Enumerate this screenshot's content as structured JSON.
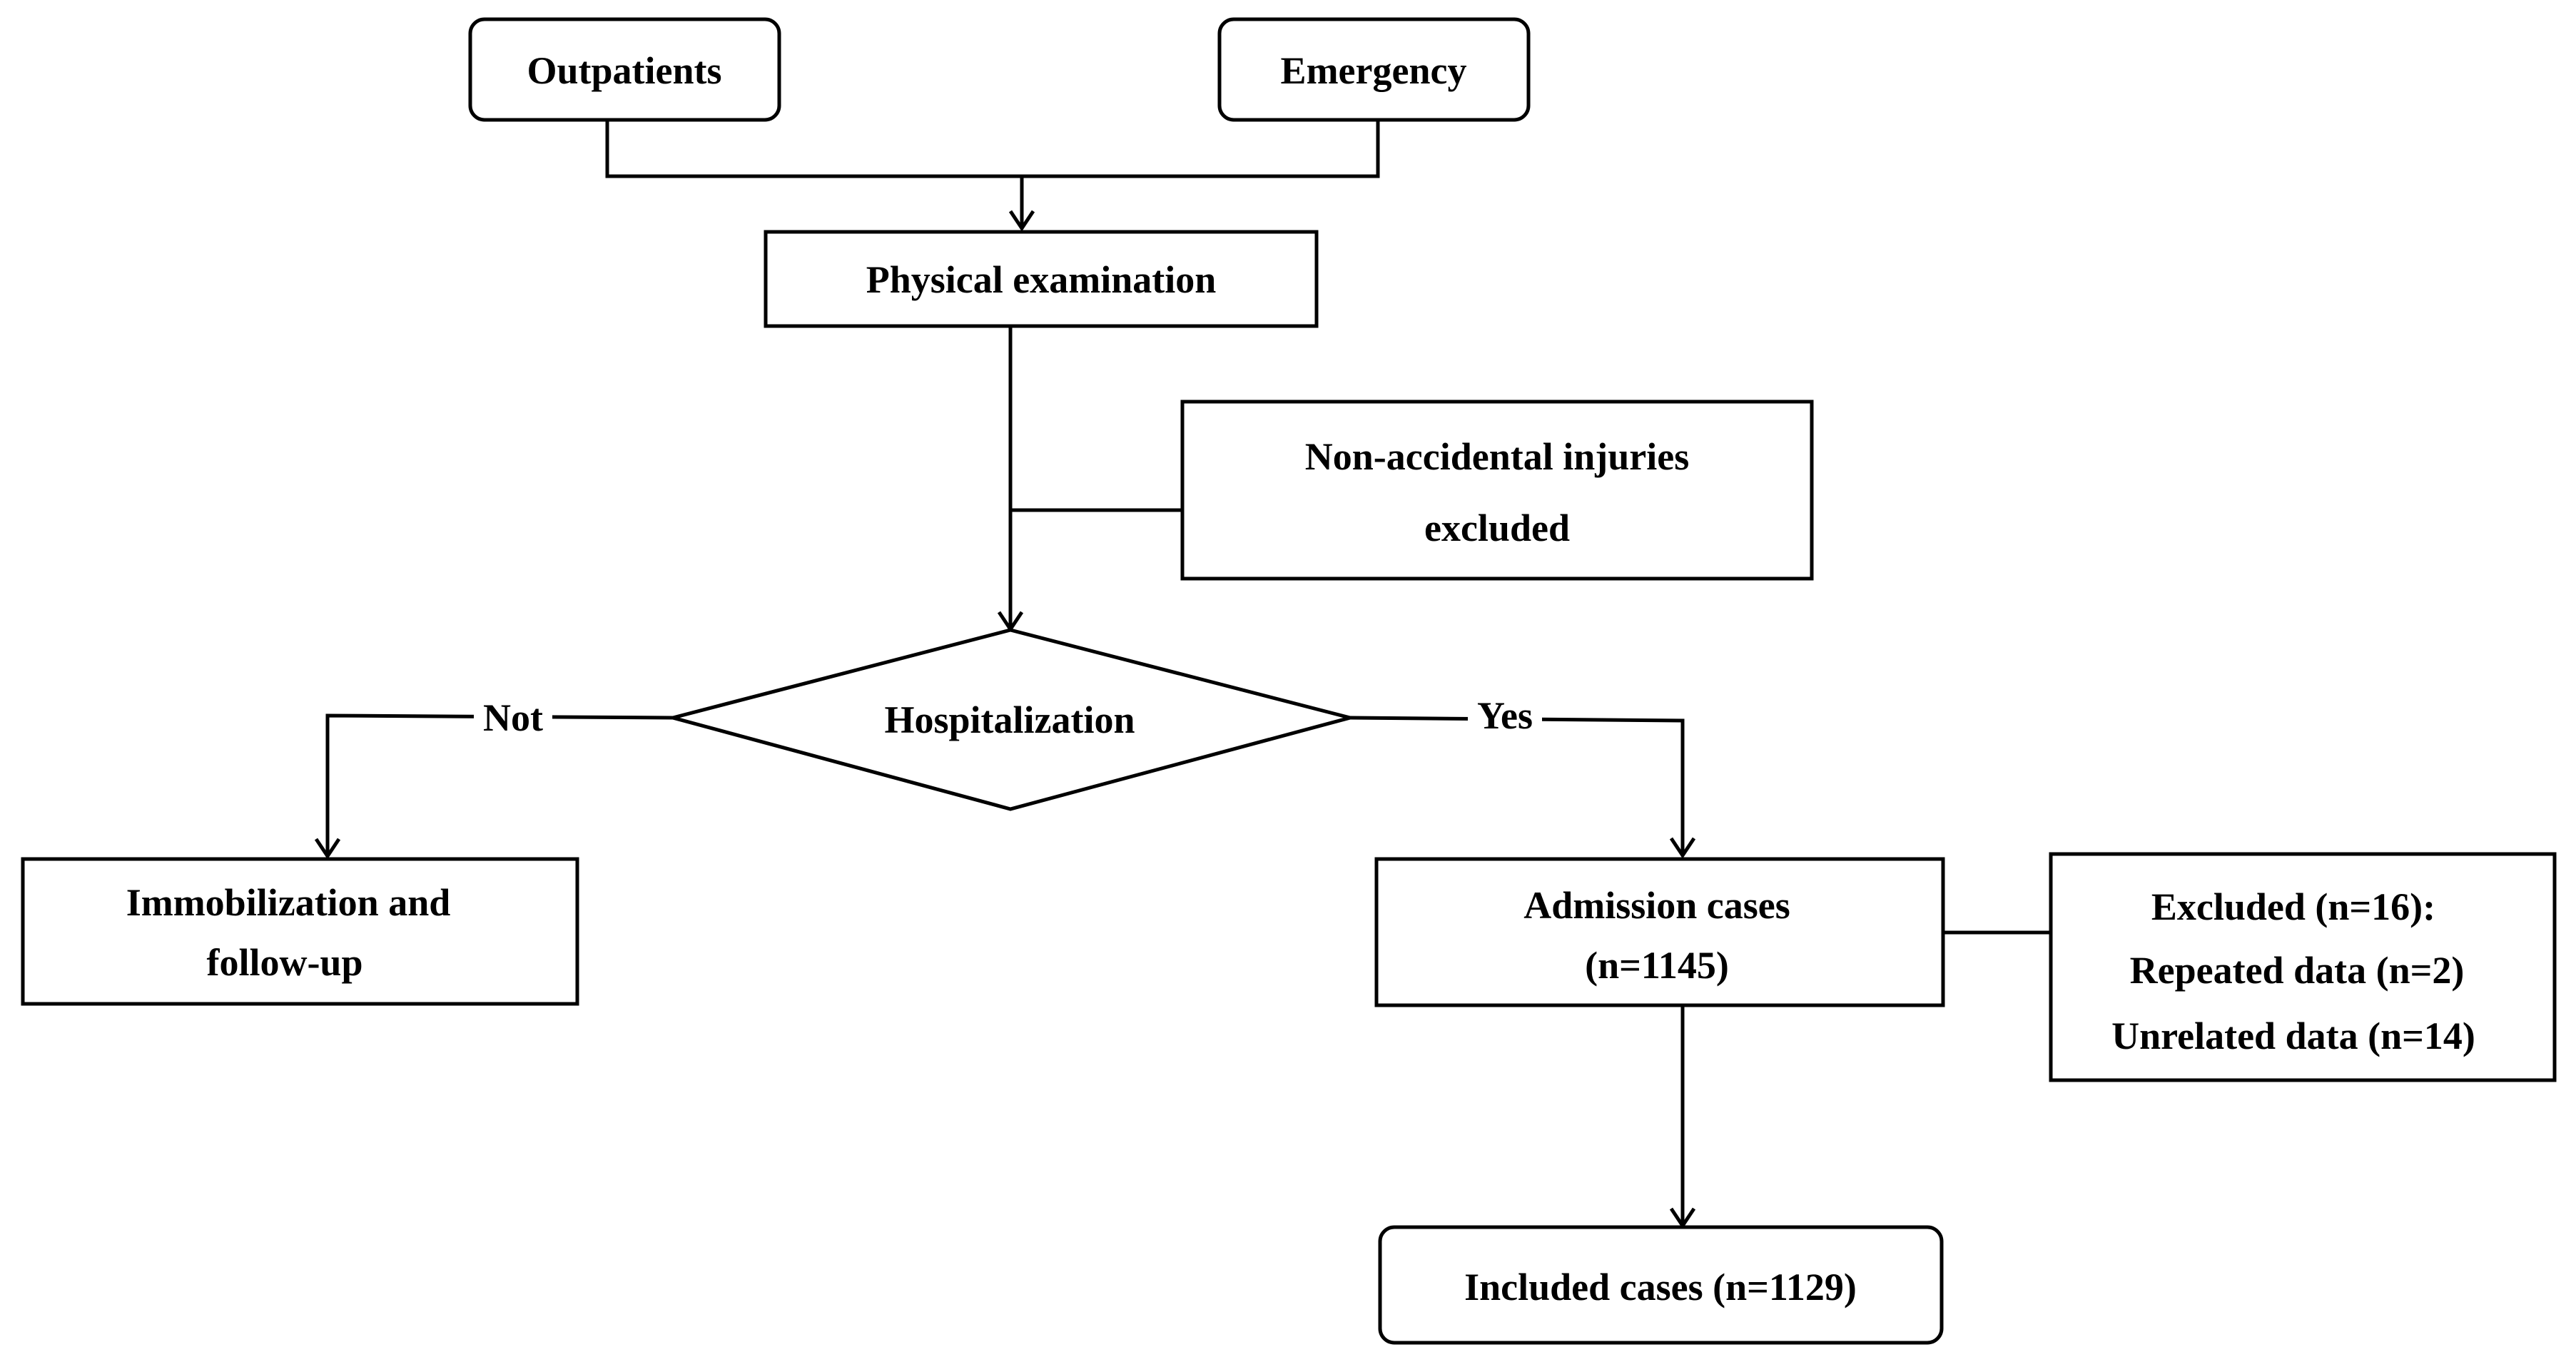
{
  "nodes": {
    "outpatients": "Outpatients",
    "emergency": "Emergency",
    "physical_exam": "Physical examination",
    "non_accidental": [
      "Non-accidental injuries",
      "excluded"
    ],
    "hospitalization": "Hospitalization",
    "immobilization": [
      "Immobilization and",
      "follow-up"
    ],
    "admission": [
      "Admission cases",
      "(n=1145)"
    ],
    "excluded": [
      "Excluded (n=16):",
      "Repeated data (n=2)",
      "Unrelated data (n=14)"
    ],
    "included": "Included cases (n=1129)"
  },
  "edge_labels": {
    "no": "Not",
    "yes": "Yes"
  },
  "colors": {
    "stroke": "#000000",
    "fill": "#ffffff",
    "text": "#000000"
  }
}
